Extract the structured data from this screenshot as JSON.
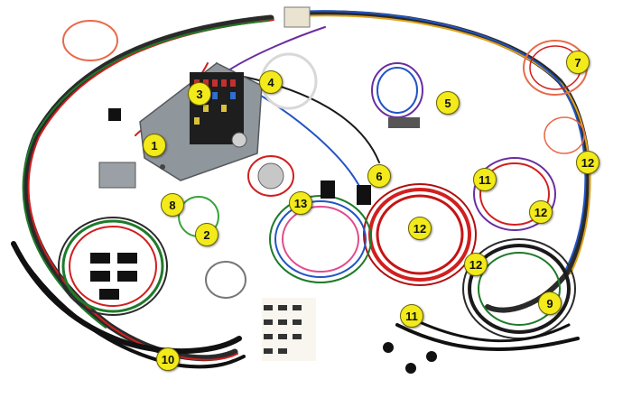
{
  "image": {
    "subject": "wiring-harness-kit",
    "background_color": "#ffffff",
    "marker_color": "#f2ea1a"
  },
  "callouts": [
    {
      "id": "m1",
      "label": "1"
    },
    {
      "id": "m2",
      "label": "2"
    },
    {
      "id": "m3",
      "label": "3"
    },
    {
      "id": "m4",
      "label": "4"
    },
    {
      "id": "m5",
      "label": "5"
    },
    {
      "id": "m6",
      "label": "6"
    },
    {
      "id": "m7",
      "label": "7"
    },
    {
      "id": "m8",
      "label": "8"
    },
    {
      "id": "m9",
      "label": "9"
    },
    {
      "id": "m10",
      "label": "10"
    },
    {
      "id": "m11a",
      "label": "11"
    },
    {
      "id": "m11b",
      "label": "11"
    },
    {
      "id": "m12a",
      "label": "12"
    },
    {
      "id": "m12b",
      "label": "12"
    },
    {
      "id": "m12c",
      "label": "12"
    },
    {
      "id": "m12d",
      "label": "12"
    },
    {
      "id": "m13",
      "label": "13"
    }
  ]
}
